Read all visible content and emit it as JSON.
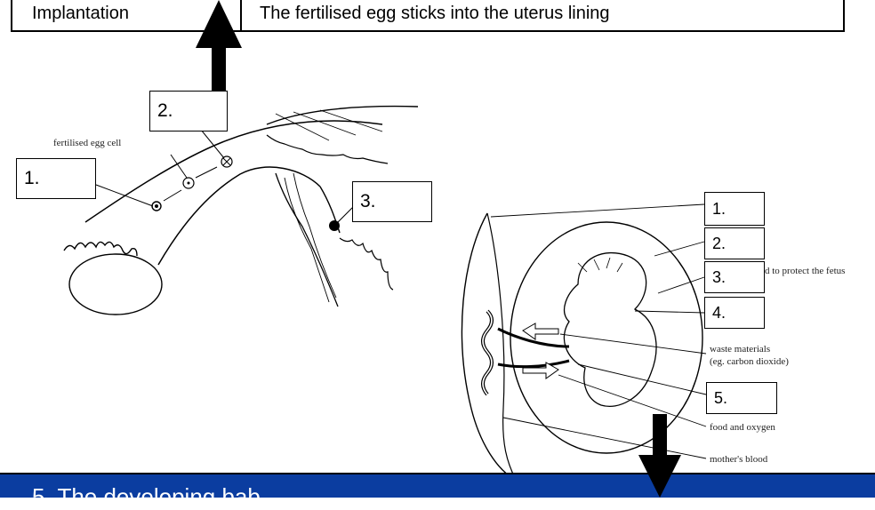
{
  "table_row": {
    "term": "Implantation",
    "definition": "The fertilised egg sticks into the uterus lining"
  },
  "diagram1": {
    "caption": "fertilised egg cell",
    "label_boxes": [
      "1.",
      "2.",
      "3."
    ]
  },
  "diagram2": {
    "label_boxes": [
      "1.",
      "2.",
      "3.",
      "4.",
      "5."
    ],
    "annotations": {
      "protect": "d to protect the fetus",
      "waste_line1": "waste materials",
      "waste_line2": "(eg. carbon dioxide)",
      "food": "food and oxygen",
      "blood": "mother's blood"
    }
  },
  "banner": {
    "text": "5. The developing bab",
    "color": "#0b3da0"
  }
}
